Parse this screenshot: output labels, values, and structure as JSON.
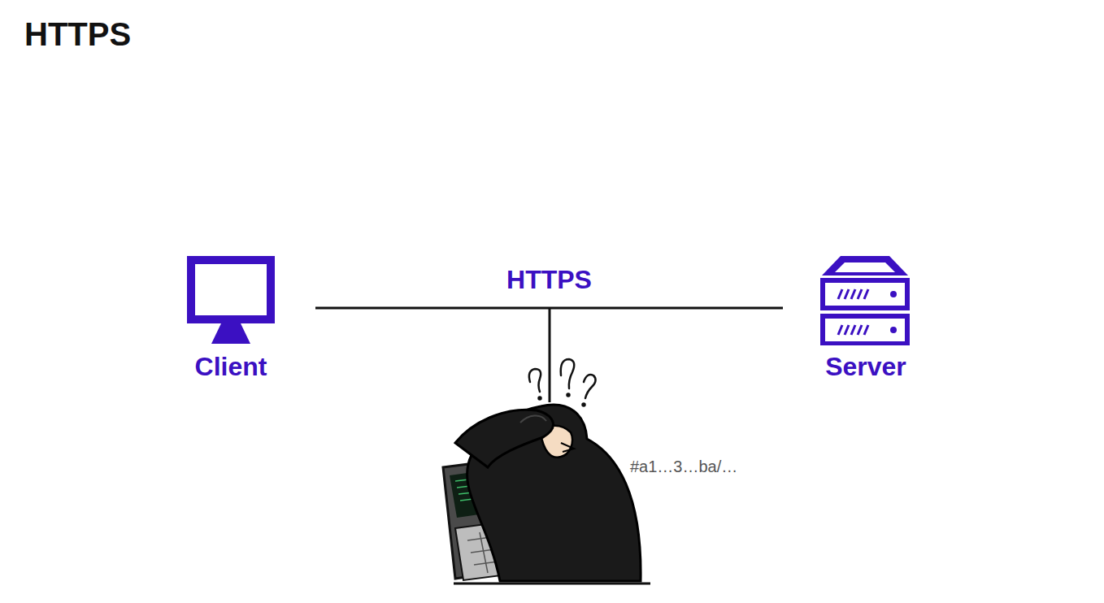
{
  "diagram": {
    "title": "HTTPS",
    "nodes": [
      {
        "text": [
          "Client"
        ]
      },
      {
        "text": [
          "Server"
        ]
      }
    ],
    "edges": [
      {
        "from": 0,
        "to": 1,
        "label": "HTTPS",
        "arrow": "none"
      }
    ],
    "labels": [
      "#a1…3…ba/…"
    ]
  }
}
